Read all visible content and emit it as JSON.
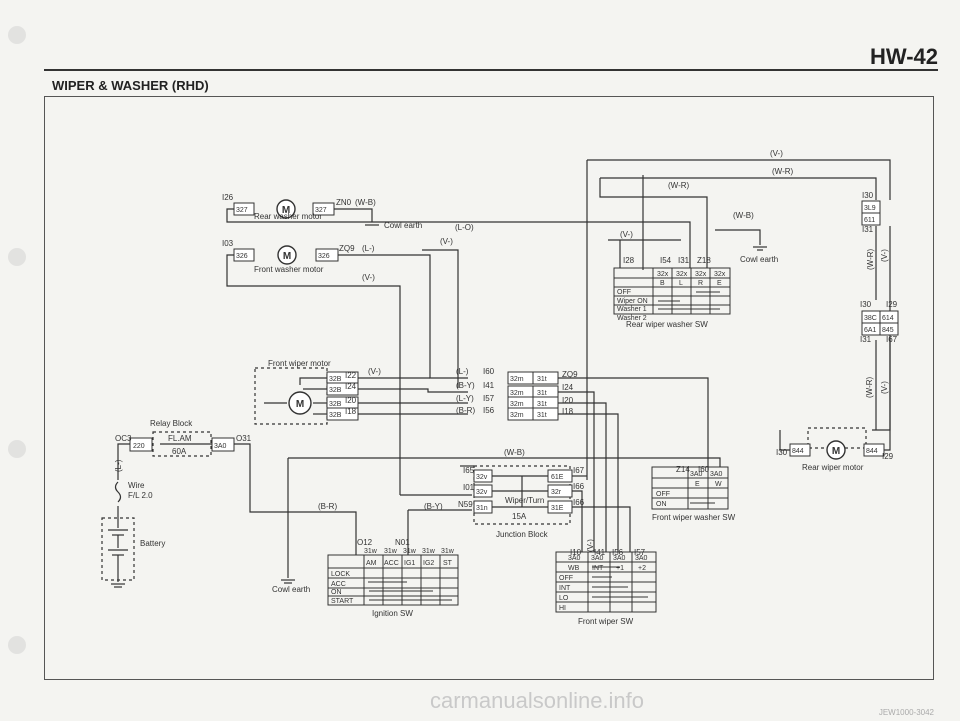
{
  "page": {
    "code": "HW-42",
    "title": "WIPER & WASHER (RHD)",
    "watermark": "carmanualsonline.info",
    "footer_code": "JEW1000-3042"
  },
  "wire_colors": {
    "v": "(V-)",
    "wr": "(W-R)",
    "wb": "(W-B)",
    "lo": "(L-O)",
    "l": "(L-)",
    "ly": "(L-Y)",
    "by": "(B-Y)",
    "br": "(B-R)"
  },
  "rear_washer_motor": {
    "label": "Rear washer motor",
    "pin_a": "I26",
    "conn_a": "327",
    "pin_b": "ZN0",
    "conn_b": "327"
  },
  "front_washer_motor": {
    "label": "Front washer motor",
    "pin_a": "I03",
    "conn_a": "326",
    "pin_b": "ZQ9",
    "conn_b": "326"
  },
  "front_wiper_motor": {
    "label": "Front wiper motor",
    "conn": "32B",
    "pins": [
      "I22",
      "I24",
      "I20",
      "I18"
    ]
  },
  "cowl_earth": {
    "label": "Cowl earth"
  },
  "relay_block": {
    "label": "Relay Block",
    "fuse": "FL.AM",
    "rating": "60A",
    "pin_in": "OC3",
    "pin_out": "O31",
    "conn_in": "220",
    "conn_out": "3A0"
  },
  "wire_fl": {
    "label": "Wire",
    "spec": "F/L 2.0"
  },
  "battery": {
    "label": "Battery"
  },
  "connector_32m": {
    "rows": [
      {
        "wire": "(L-)",
        "pin": "I60",
        "left": "32m",
        "right": "31t",
        "out": "ZQ9"
      },
      {
        "wire": "(B-Y)",
        "pin": "I41",
        "left": "32m",
        "right": "31t",
        "out": "I24"
      },
      {
        "wire": "(L-Y)",
        "pin": "I57",
        "left": "32m",
        "right": "31t",
        "out": "I20"
      },
      {
        "wire": "(B-R)",
        "pin": "I56",
        "left": "32m",
        "right": "31t",
        "out": "I18"
      }
    ]
  },
  "junction_block": {
    "label": "Junction Block",
    "fuse": "Wiper/Turn",
    "rating": "15A",
    "pins": {
      "i65": "I65",
      "i01": "I01",
      "n59": "N59",
      "i67": "I67",
      "i66": "I66",
      "i66b": "I66"
    },
    "conns": {
      "c32v": "32v",
      "c31n": "31n",
      "c61e": "61E",
      "c32r": "32r",
      "c31e": "31E"
    }
  },
  "ignition_sw": {
    "label": "Ignition SW",
    "pins": [
      "O12",
      "N01"
    ],
    "conns": [
      "31w",
      "31w",
      "31w",
      "31w",
      "31w"
    ],
    "terms": [
      "AM",
      "ACC",
      "IG1",
      "IG2",
      "ST"
    ],
    "positions": [
      "LOCK",
      "ACC",
      "ON",
      "START"
    ]
  },
  "rear_wiper_washer_sw": {
    "label": "Rear wiper washer SW",
    "pins": [
      "I28",
      "I54",
      "I31",
      "Z18"
    ],
    "conns": [
      "32x",
      "32x",
      "32x",
      "32x"
    ],
    "terms": [
      "B",
      "L",
      "R",
      "E"
    ],
    "positions": [
      "OFF",
      "Wiper ON",
      "Washer 1",
      "Washer 2"
    ]
  },
  "front_wiper_washer_sw": {
    "label": "Front wiper washer SW",
    "pins": [
      "Z14",
      "I60"
    ],
    "conns": [
      "3A0",
      "3A0"
    ],
    "terms": [
      "E",
      "W"
    ],
    "positions": [
      "OFF",
      "ON"
    ]
  },
  "front_wiper_sw": {
    "label": "Front wiper SW",
    "pins": [
      "I10",
      "I41",
      "I56",
      "I57"
    ],
    "conns": [
      "3A0",
      "3A0",
      "3A0",
      "3A0"
    ],
    "terms": [
      "WB",
      "INT",
      "+1",
      "+2"
    ],
    "positions": [
      "OFF",
      "INT",
      "LO",
      "HI"
    ]
  },
  "rear_wiper_motor": {
    "label": "Rear wiper motor",
    "pin_a": "I30",
    "pin_b": "I29",
    "conn_a": "844",
    "conn_b": "844"
  },
  "right_connectors": {
    "top": {
      "pins": [
        "I30",
        "I31"
      ],
      "conns": [
        "3L9",
        "611"
      ]
    },
    "mid": {
      "pins": [
        "I30",
        "I29",
        "I31",
        "I67"
      ],
      "conns": [
        "38C",
        "614",
        "6A1",
        "845"
      ]
    }
  }
}
